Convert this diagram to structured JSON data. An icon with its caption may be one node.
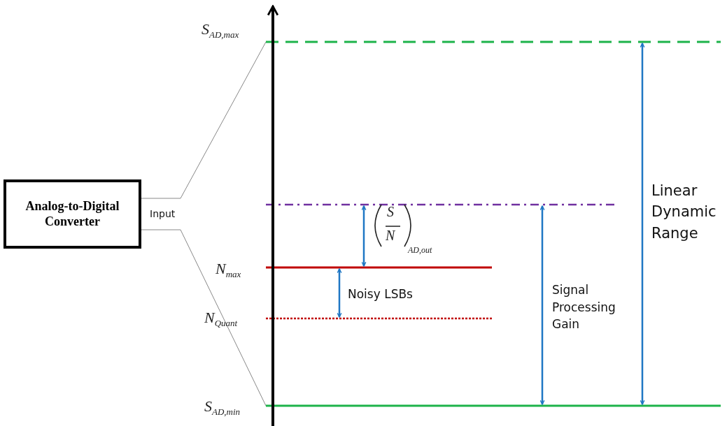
{
  "diagram": {
    "nodes": [
      {
        "text": [
          "Analog-to-Digital Converter"
        ]
      }
    ],
    "labels": [
      "S$_{AD,max}$",
      "Linear Dynamic Range",
      "Input",
      "S",
      "N",
      "AD,out",
      "N$_{max}$",
      "Noisy LSBs",
      "Signal Processing Gain",
      "N$_{Quant}$",
      "S$_{AD,min}$"
    ]
  }
}
